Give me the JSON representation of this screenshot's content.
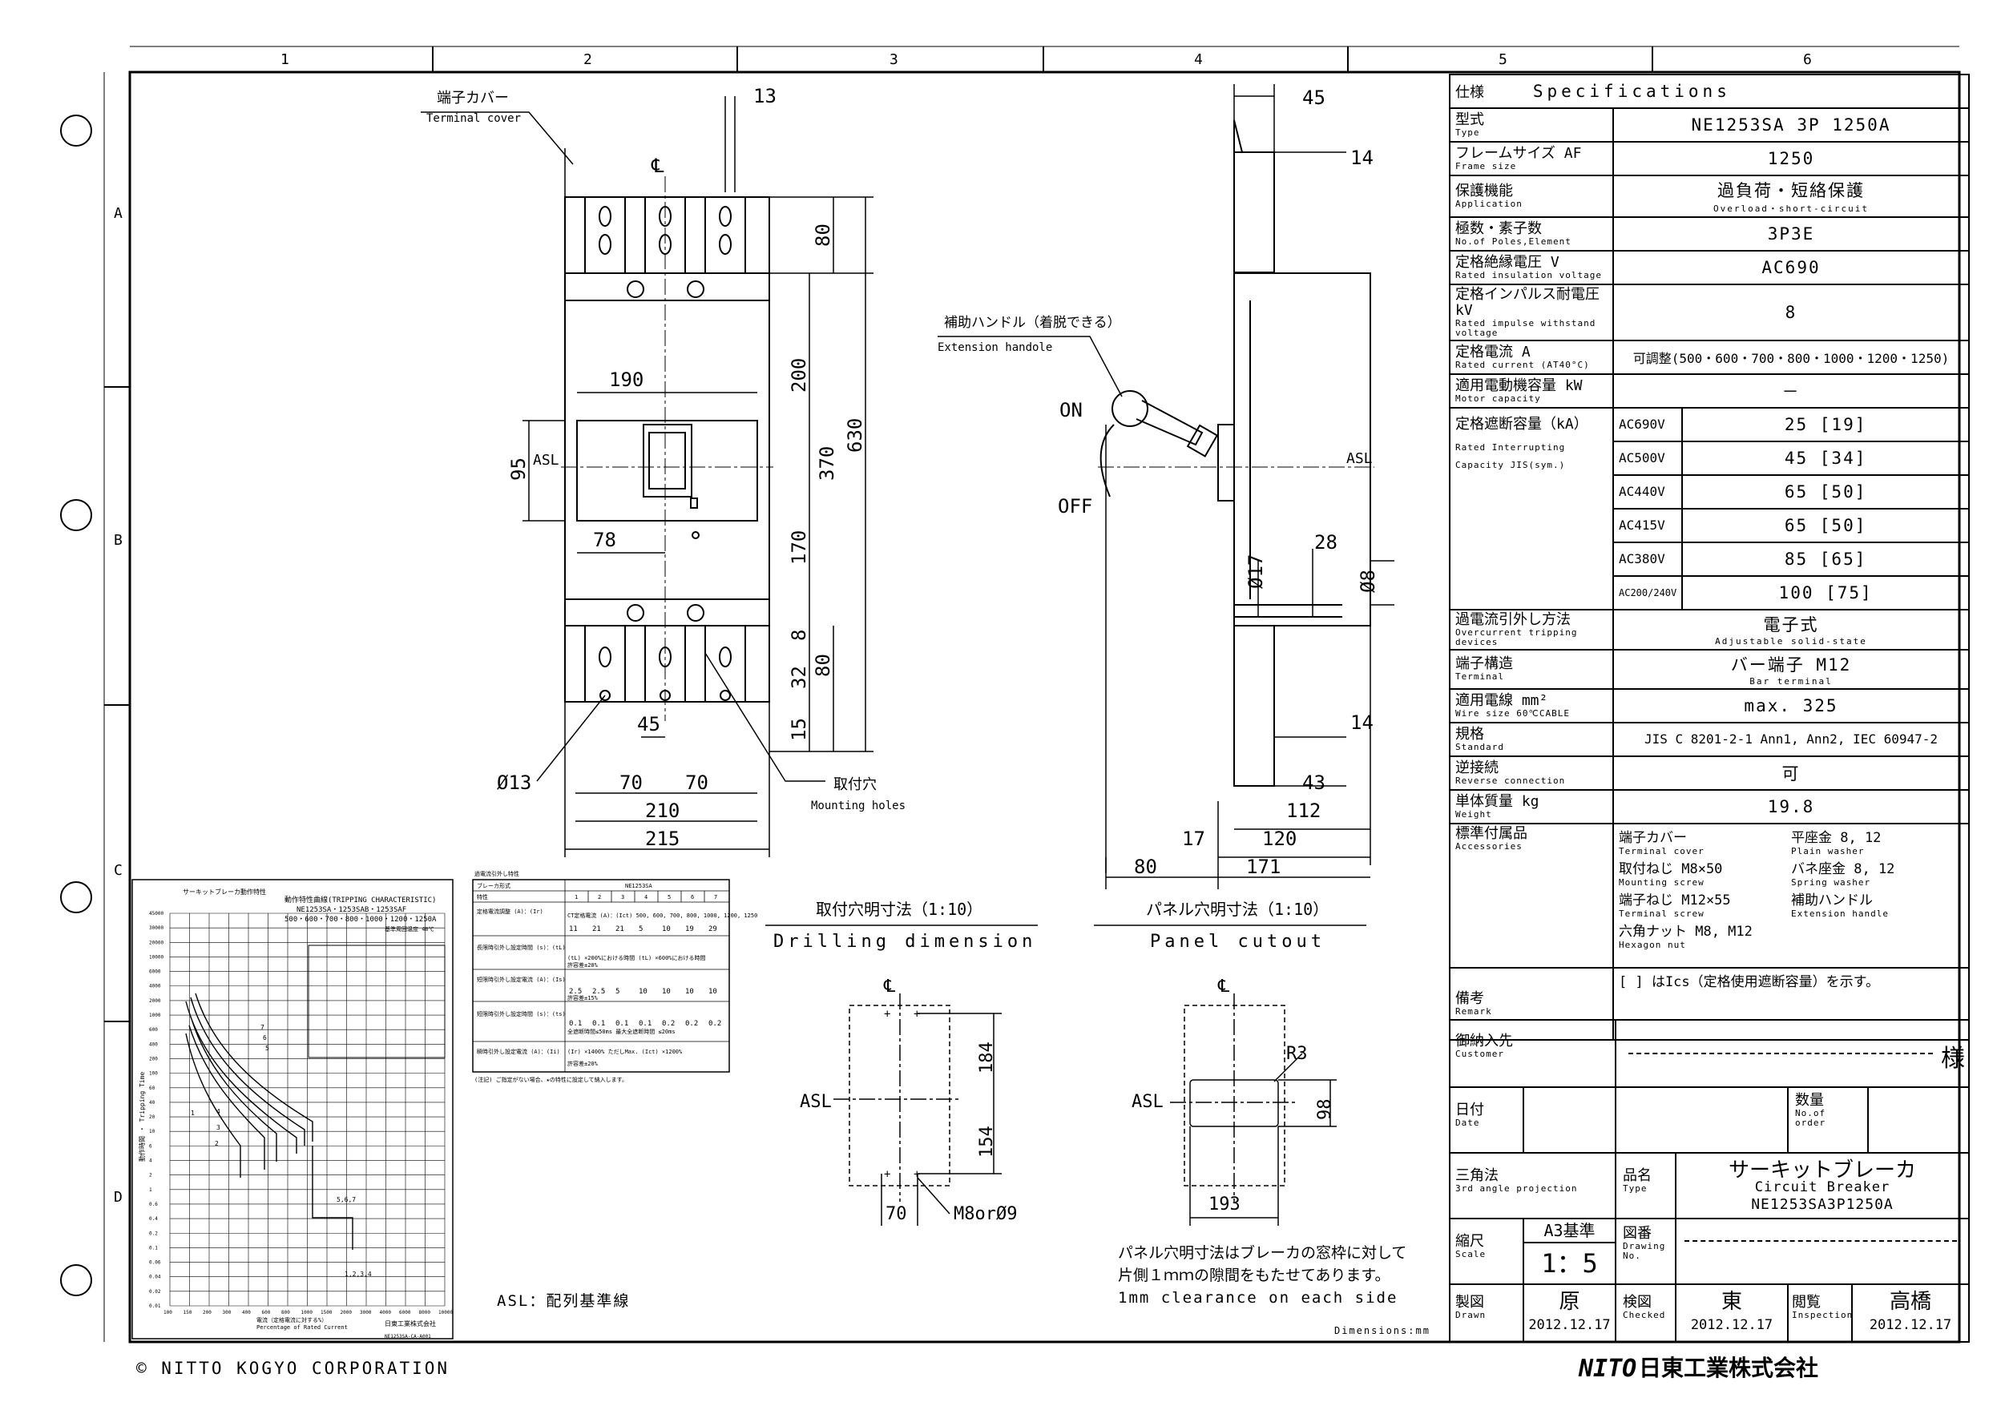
{
  "grid": {
    "cols": [
      "1",
      "2",
      "3",
      "4",
      "5",
      "6"
    ],
    "rows": [
      "A",
      "B",
      "C",
      "D"
    ]
  },
  "drawing": {
    "terminal_cover_jp": "端子カバー",
    "terminal_cover_en": "Terminal cover",
    "ext_handle_jp": "補助ハンドル（着脱できる）",
    "ext_handle_en": "Extension handole",
    "on_label": "ON",
    "off_label": "OFF",
    "asl": "ASL",
    "center": "℄",
    "mounting_hole_jp": "取付穴",
    "mounting_hole_en": "Mounting holes",
    "dims_front": [
      "13",
      "80",
      "200",
      "370",
      "630",
      "190",
      "95",
      "78",
      "170",
      "8",
      "32",
      "80",
      "15",
      "45",
      "Ø13",
      "70",
      "70",
      "210",
      "215"
    ],
    "dims_side": [
      "45",
      "14",
      "Ø17",
      "28",
      "Ø8",
      "14",
      "43",
      "112",
      "17",
      "120",
      "80",
      "171"
    ],
    "drill_title": "取付穴明寸法（1:10）",
    "drill_title_en": "Drilling dimension",
    "drill_dims": [
      "184",
      "154",
      "70",
      "M8orØ9"
    ],
    "panel_title": "パネル穴明寸法（1:10）",
    "panel_title_en": "Panel cutout",
    "panel_dims": [
      "R3",
      "98",
      "193"
    ],
    "panel_note_1": "パネル穴明寸法はブレーカの窓枠に対して",
    "panel_note_2": "片側１ｍｍの隙間をもたせてあります。",
    "panel_note_3": "1mm clearance on each side",
    "asl_note": "ASL：配列基準線",
    "dimensions_unit": "Dimensions:mm"
  },
  "trip_chart": {
    "title": "サーキットブレーカ動作特性",
    "sub1": "動作特性曲線(TRIPPING CHARACTERISTIC)",
    "sub2": "NE1253SA・1253SAB・1253SAF",
    "sub3": "500・600・700・800・1000・1200・1250A",
    "sub4": "基準周囲温度 40℃",
    "ylabel": "動作時間 ・ Tripping Time",
    "xlabel": "電流（定格電流に対する%）",
    "xlabel_en": "Percentage of Rated Current",
    "y_ticks": [
      "45000",
      "30000",
      "20000",
      "10000",
      "6000",
      "4000",
      "2000",
      "1000",
      "600",
      "400",
      "200",
      "100",
      "60",
      "40",
      "20",
      "10",
      "6",
      "4",
      "2",
      "1",
      "0.6",
      "0.4",
      "0.2",
      "0.1",
      "0.06",
      "0.04",
      "0.02",
      "0.01"
    ],
    "x_ticks": [
      "100",
      "150",
      "200",
      "300",
      "400",
      "600",
      "800",
      "1000",
      "1500",
      "2000",
      "3000",
      "4000",
      "6000",
      "8000",
      "10000"
    ],
    "curve_labels": [
      "7",
      "6",
      "5",
      "4",
      "3",
      "2",
      "1",
      "5,6,7",
      "1,2,3,4"
    ],
    "maker": "日東工業株式会社",
    "doc_no": "NE1253SA-CA-A001"
  },
  "trip_table": {
    "title": "過電流引外し特性",
    "model_head": "ブレーカ形式",
    "model": "NE1253SA",
    "setting_head": "特性",
    "settings": [
      "1",
      "2",
      "3",
      "4",
      "5",
      "6",
      "7"
    ],
    "row1_label": "定格電流調整 (A)：(Ir)",
    "row1_val": "CT定格電流 (A)：(Ict)\n500, 600, 700, 800, 1000, 1200, 1250",
    "row2_label": "長限時引外し設定時間 (s)：(tL)",
    "row2_vals": [
      "11",
      "21",
      "21",
      "5",
      "10",
      "19",
      "29"
    ],
    "row2_note": "(tL) ×200%における時間   (tL) ×600%における時間",
    "row2_tol": "許容差±20%",
    "row3_label": "短限時引外し設定電流 (A)：(Is)",
    "row3_vals": [
      "2.5",
      "2.5",
      "5",
      "10",
      "10",
      "10",
      "10"
    ],
    "row3_tol": "許容差±15%",
    "row4_label": "短限時引外し設定時間 (s)：(ts)",
    "row4_vals": [
      "0.1",
      "0.1",
      "0.1",
      "0.1",
      "0.2",
      "0.2",
      "0.2"
    ],
    "row4_note": "全遮断時間≤50ms   最大全遮断時間 ≤20ms",
    "row5_label": "瞬時引外し設定電流 (A)：(Ii)",
    "row5_val": "(Ir) ×1400%  ただしMax. (Ict) ×1200%",
    "row5_tol": "許容差±20%",
    "footnote": "(注記) ご指定がない場合、★の特性に設定して納入します。"
  },
  "specs": {
    "header_jp": "仕様",
    "header_en": "Specifications",
    "rows": [
      {
        "jp": "型式",
        "en": "Type",
        "value": "NE1253SA 3P 1250A"
      },
      {
        "jp": "フレームサイズ AF",
        "en": "Frame size",
        "value": "1250"
      },
      {
        "jp": "保護機能",
        "en": "Application",
        "value": "過負荷・短絡保護",
        "value2": "Overload・short-circuit"
      },
      {
        "jp": "極数・素子数",
        "en": "No.of Poles,Element",
        "value": "3P3E"
      },
      {
        "jp": "定格絶縁電圧 V",
        "en": "Rated insulation voltage",
        "value": "AC690"
      },
      {
        "jp": "定格インパルス耐電圧 kV",
        "en": "Rated impulse withstand voltage",
        "value": "8"
      },
      {
        "jp": "定格電流 A",
        "en": "Rated current (AT40°C)",
        "value": "可調整(500・600・700・800・1000・1200・1250)"
      },
      {
        "jp": "適用電動機容量 kW",
        "en": "Motor capacity",
        "value": "－"
      }
    ],
    "breaking_jp": "定格遮断容量（kA）",
    "breaking_en": "Rated Interrupting Capacity JIS(sym.)",
    "breaking": [
      {
        "v": "AC690V",
        "val": "25 [19]"
      },
      {
        "v": "AC500V",
        "val": "45 [34]"
      },
      {
        "v": "AC440V",
        "val": "65 [50]"
      },
      {
        "v": "AC415V",
        "val": "65 [50]"
      },
      {
        "v": "AC380V",
        "val": "85 [65]"
      },
      {
        "v": "AC200/240V",
        "val": "100 [75]"
      }
    ],
    "rows2": [
      {
        "jp": "過電流引外し方法",
        "en": "Overcurrent tripping devices",
        "value": "電子式",
        "value2": "Adjustable solid-state"
      },
      {
        "jp": "端子構造",
        "en": "Terminal",
        "value": "バー端子 M12",
        "value2": "Bar terminal"
      },
      {
        "jp": "適用電線 mm²",
        "en": "Wire size 60℃CABLE",
        "value": "max. 325"
      },
      {
        "jp": "規格",
        "en": "Standard",
        "value": "JIS C 8201-2-1 Ann1, Ann2, IEC 60947-2"
      },
      {
        "jp": "逆接続",
        "en": "Reverse connection",
        "value": "可"
      },
      {
        "jp": "単体質量 kg",
        "en": "Weight",
        "value": "19.8"
      }
    ],
    "acc_jp": "標準付属品",
    "acc_en": "Accessories",
    "accessories": [
      [
        "端子カバー",
        "Terminal cover",
        "平座金 8, 12",
        "Plain washer"
      ],
      [
        "取付ねじ M8×50",
        "Mounting screw",
        "バネ座金 8, 12",
        "Spring washer"
      ],
      [
        "端子ねじ M12×55",
        "Terminal screw",
        "補助ハンドル",
        "Extension handle"
      ],
      [
        "六角ナット M8, M12",
        "Hexagon nut",
        "",
        ""
      ]
    ],
    "remark_jp": "備考",
    "remark_en": "Remark",
    "remark": "[ ] はIcs（定格使用遮断容量）を示す。"
  },
  "title_block": {
    "customer_jp": "御納入先",
    "customer_en": "Customer",
    "customer_suffix": "様",
    "date_jp": "日付",
    "date_en": "Date",
    "qty_jp": "数量",
    "qty_en": "No.of order",
    "proj_jp": "三角法",
    "proj_en": "3rd angle projection",
    "name_jp": "品名",
    "name_en": "Type",
    "product_jp": "サーキットブレーカ",
    "product_en": "Circuit Breaker",
    "product_model": "NE1253SA3P1250A",
    "scale_jp": "縮尺",
    "scale_en": "Scale",
    "paper": "A3基準",
    "scale": "1：5",
    "drawing_no_jp": "図番",
    "drawing_no_en": "Drawing No.",
    "drawn_jp": "製図",
    "drawn_en": "Drawn",
    "drawn_by": "原",
    "drawn_date": "2012.12.17",
    "checked_jp": "検図",
    "checked_en": "Checked",
    "checked_by": "東",
    "checked_date": "2012.12.17",
    "insp_jp": "閲覧",
    "insp_en": "Inspection",
    "insp_by": "高橋",
    "insp_date": "2012.12.17"
  },
  "footer": {
    "copyright": "© NITTO KOGYO CORPORATION",
    "logo": "NITO",
    "company": "日東工業株式会社"
  }
}
